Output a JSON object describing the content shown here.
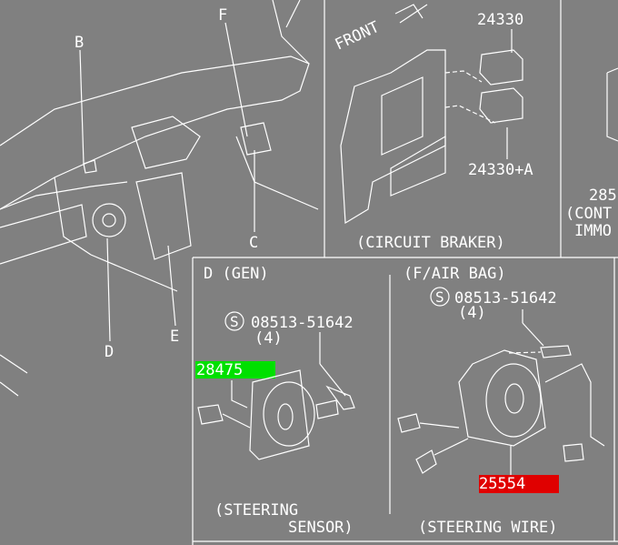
{
  "callouts": {
    "B": "B",
    "F": "F",
    "C": "C",
    "D": "D",
    "E": "E"
  },
  "circuit_breaker": {
    "front_label": "FRONT",
    "part_top": "24330",
    "part_bottom": "24330+A",
    "caption": "(CIRCUIT BRAKER)"
  },
  "right_partial": {
    "line1": "285",
    "line2": "(CONT",
    "line3": "IMMO"
  },
  "gen_panel": {
    "title": "D (GEN)",
    "screw_symbol": "S",
    "screw_part": "08513-51642",
    "screw_qty": "(4)",
    "highlight_part": "28475",
    "highlight_color": "#00e000",
    "caption_line1": "(STEERING",
    "caption_line2": "SENSOR)"
  },
  "airbag_panel": {
    "title": "(F/AIR BAG)",
    "screw_symbol": "S",
    "screw_part": "08513-51642",
    "screw_qty": "(4)",
    "highlight_part": "25554",
    "highlight_color": "#e00000",
    "caption": "(STEERING WIRE)"
  }
}
